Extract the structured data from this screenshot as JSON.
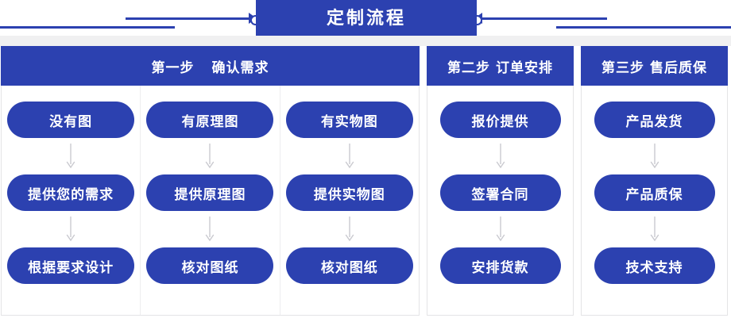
{
  "title": {
    "text": "定制流程",
    "banner_color": "#2c41b0",
    "decoration_color": "#2c41b0"
  },
  "colors": {
    "brand_blue": "#2c41b0",
    "panel_border": "#e4e4e6",
    "strip_gray": "#f0f0f1",
    "arrow_gray": "#c9c9cf",
    "text_white": "#ffffff"
  },
  "steps": [
    {
      "header_prefix": "第一步",
      "header_label": "确认需求",
      "columns": [
        {
          "nodes": [
            "没有图",
            "提供您的需求",
            "根据要求设计"
          ]
        },
        {
          "nodes": [
            "有原理图",
            "提供原理图",
            "核对图纸"
          ]
        },
        {
          "nodes": [
            "有实物图",
            "提供实物图",
            "核对图纸"
          ]
        }
      ]
    },
    {
      "header_prefix": "第二步",
      "header_label": "订单安排",
      "columns": [
        {
          "nodes": [
            "报价提供",
            "签署合同",
            "安排货款"
          ]
        }
      ]
    },
    {
      "header_prefix": "第三步",
      "header_label": "售后质保",
      "columns": [
        {
          "nodes": [
            "产品发货",
            "产品质保",
            "技术支持"
          ]
        }
      ]
    }
  ]
}
